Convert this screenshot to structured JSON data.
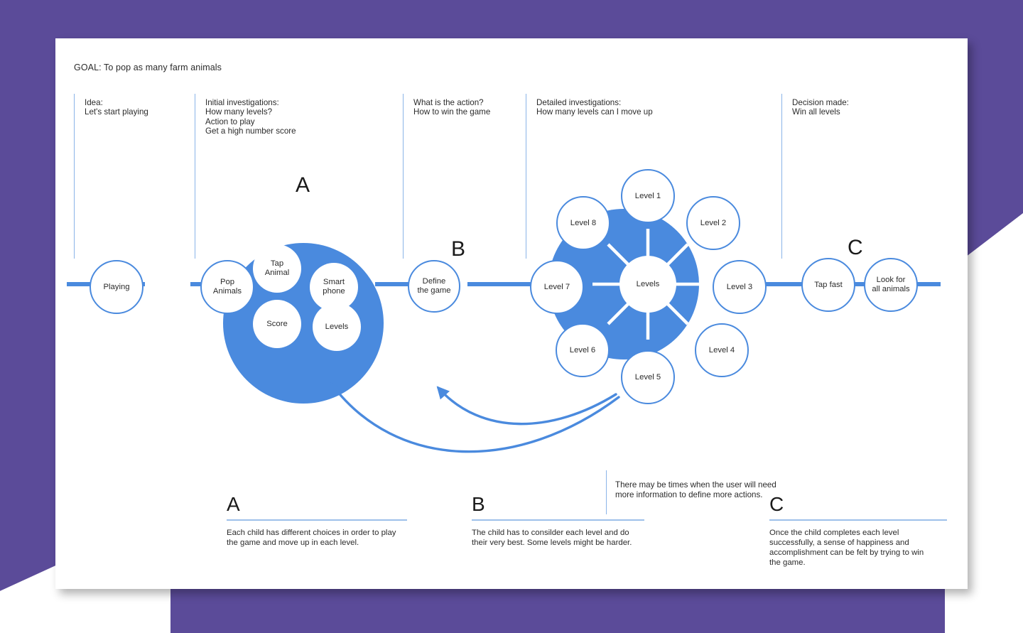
{
  "theme": {
    "backdrop_purple": "#5b4b99",
    "accent_blue": "#4a8ade",
    "rule_blue": "#8ab4e8",
    "card_white": "#ffffff",
    "text_dark": "#2b2b2b"
  },
  "goal": "GOAL: To pop as many farm animals",
  "columns": [
    {
      "id": "idea",
      "lines": [
        "Idea:",
        "Let's start playing"
      ]
    },
    {
      "id": "initial",
      "lines": [
        "Initial investigations:",
        "How many levels?",
        "Action to play",
        "Get a high number score"
      ]
    },
    {
      "id": "action",
      "lines": [
        "What is the action?",
        "How to win the game"
      ]
    },
    {
      "id": "detail",
      "lines": [
        "Detailed investigations:",
        "How many levels can I move up"
      ]
    },
    {
      "id": "decision",
      "lines": [
        "Decision made:",
        "Win all levels"
      ]
    }
  ],
  "nodes": {
    "playing": "Playing",
    "pop_animals": "Pop\nAnimals",
    "tap_animal": "Tap\nAnimal",
    "smart_phone": "Smart\nphone",
    "score": "Score",
    "levels_small": "Levels",
    "define_game": "Define\nthe game",
    "levels_hub": "Levels",
    "level_1": "Level 1",
    "level_2": "Level 2",
    "level_3": "Level 3",
    "level_4": "Level 4",
    "level_5": "Level 5",
    "level_6": "Level 6",
    "level_7": "Level 7",
    "level_8": "Level 8",
    "tap_fast": "Tap fast",
    "look_for_all_animals": "Look for\nall animals"
  },
  "cluster_letters": {
    "a": "A",
    "b": "B",
    "c": "C"
  },
  "note": {
    "lines": [
      "There may be times when the user will need",
      "more information to define more actions."
    ]
  },
  "legend": [
    {
      "letter": "A",
      "lines": [
        "Each child has different choices in order to play",
        "the game and move up in each level."
      ]
    },
    {
      "letter": "B",
      "lines": [
        "The child has to consilder each level and do",
        "their very best. Some levels might be harder."
      ]
    },
    {
      "letter": "C",
      "lines": [
        "Once the child completes each level",
        "successfully, a sense of happiness and",
        "accomplishment can be felt by trying to win",
        "the game."
      ]
    }
  ]
}
